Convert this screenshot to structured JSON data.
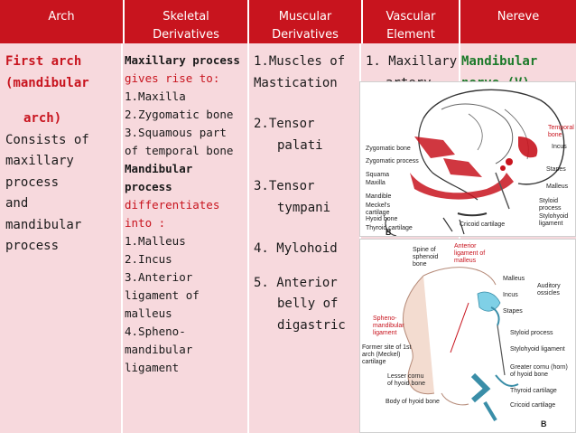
{
  "header": {
    "arch": "Arch",
    "skeletal": "Skeletal Derivatives",
    "muscular": "Muscular Derivatives",
    "vascular": "Vascular Element",
    "nerve": "Nereve"
  },
  "arch_col": {
    "title_line1": "First arch",
    "title_line2": "(mandibular",
    "title_line3": "arch)",
    "desc": [
      "Consists of",
      "maxillary",
      "process",
      "and",
      "mandibular",
      "process"
    ]
  },
  "skeletal_col": {
    "maxillary_heading": "Maxillary process",
    "gives_rise": "gives rise to:",
    "maxillary_items": [
      "1.Maxilla",
      "2.Zygomatic bone",
      "3.Squamous part of temporal bone"
    ],
    "mandibular_heading": "Mandibular process",
    "differentiates": "differentiates into :",
    "mandibular_items": [
      "1.Malleus",
      "2.Incus",
      "3.Anterior ligament of malleus",
      "4.Spheno-mandibular ligament"
    ]
  },
  "muscular_col": {
    "m1_a": "1.Muscles of",
    "m1_b": "Mastication",
    "m2_a": "2.Tensor",
    "m2_b": "palati",
    "m3_a": "3.Tensor",
    "m3_b": "tympani",
    "m4": "4. Mylohoid",
    "m5_a": "5. Anterior",
    "m5_b": "belly of",
    "m5_c": "digastric"
  },
  "vascular_col": {
    "line1": "1. Maxillary",
    "line2": "artery"
  },
  "nerve_col": {
    "line1": "Mandibular",
    "line2": "nerve (V)"
  },
  "figure_top": {
    "labels": {
      "temporal_bone": "Temporal bone",
      "incus": "Incus",
      "zygomatic_bone": "Zygomatic bone",
      "zygomatic_process": "Zygomatic process",
      "squama": "Squama",
      "maxilla": "Maxilla",
      "stapes": "Stapes",
      "malleus": "Malleus",
      "mandible": "Mandible",
      "meckels": "Meckel's cartilage",
      "hyoid": "Hyoid bone",
      "thyroid": "Thyroid cartilage",
      "cricoid": "Cricoid cartilage",
      "styloid": "Styloid process",
      "stylohyoid": "Stylohyoid ligament",
      "letter": "B"
    }
  },
  "figure_bottom": {
    "labels": {
      "spine": "Spine of sphenoid bone",
      "anterior_lig": "Anterior ligament of malleus",
      "malleus": "Malleus",
      "incus": "Incus",
      "auditory": "Auditory ossicles",
      "stapes": "Stapes",
      "spheno": "Spheno-mandibular ligament",
      "styloid": "Styloid process",
      "stylohyoid": "Stylohyoid ligament",
      "former": "Former site of 1st arch (Meckel) cartilage",
      "lesser": "Lesser cornu of hyoid bone",
      "greater": "Greater cornu (horn) of hyoid bone",
      "body": "Body of hyoid bone",
      "thyroid": "Thyroid cartilage",
      "cricoid": "Cricoid cartilage",
      "letter": "B"
    }
  },
  "colors": {
    "header_bg": "#c8141e",
    "body_bg": "#f7d9dd",
    "red_text": "#c8141e",
    "green_text": "#1c7a2a"
  }
}
